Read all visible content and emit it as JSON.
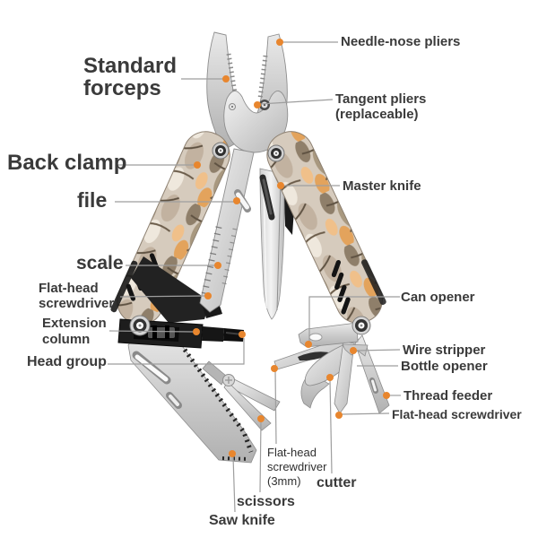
{
  "colors": {
    "accent_orange": "#E8862E",
    "leader_gray": "#9E9E9E",
    "text_dark": "#3A3A3A",
    "camo_base": "#D6CBBD",
    "camo_orange": "#E3A35C",
    "metal_light": "#EFEFEF",
    "metal_dark": "#AFAFAF",
    "black_part": "#1E1E1E"
  },
  "parts": {
    "standard_forceps": {
      "lines": [
        "Standard",
        "forceps"
      ]
    },
    "needle_nose": {
      "lines": [
        "Needle-nose pliers"
      ]
    },
    "tangent_pliers": {
      "lines": [
        "Tangent pliers",
        "(replaceable)"
      ]
    },
    "back_clamp": {
      "lines": [
        "Back clamp"
      ]
    },
    "master_knife": {
      "lines": [
        "Master knife"
      ]
    },
    "file": {
      "lines": [
        "file"
      ]
    },
    "scale": {
      "lines": [
        "scale"
      ]
    },
    "flat_head_left": {
      "lines": [
        "Flat-head",
        "screwdriver"
      ]
    },
    "extension_column": {
      "lines": [
        "Extension",
        "column"
      ]
    },
    "head_group": {
      "lines": [
        "Head group"
      ]
    },
    "can_opener": {
      "lines": [
        "Can opener"
      ]
    },
    "wire_stripper": {
      "lines": [
        "Wire stripper"
      ]
    },
    "bottle_opener": {
      "lines": [
        "Bottle opener"
      ]
    },
    "thread_feeder": {
      "lines": [
        "Thread feeder"
      ]
    },
    "flat_head_right": {
      "lines": [
        "Flat-head screwdriver"
      ]
    },
    "flat_head_3mm": {
      "lines": [
        "Flat-head",
        "screwdriver",
        "(3mm)"
      ]
    },
    "cutter": {
      "lines": [
        "cutter"
      ]
    },
    "scissors": {
      "lines": [
        "scissors"
      ]
    },
    "saw_knife": {
      "lines": [
        "Saw knife"
      ]
    }
  }
}
